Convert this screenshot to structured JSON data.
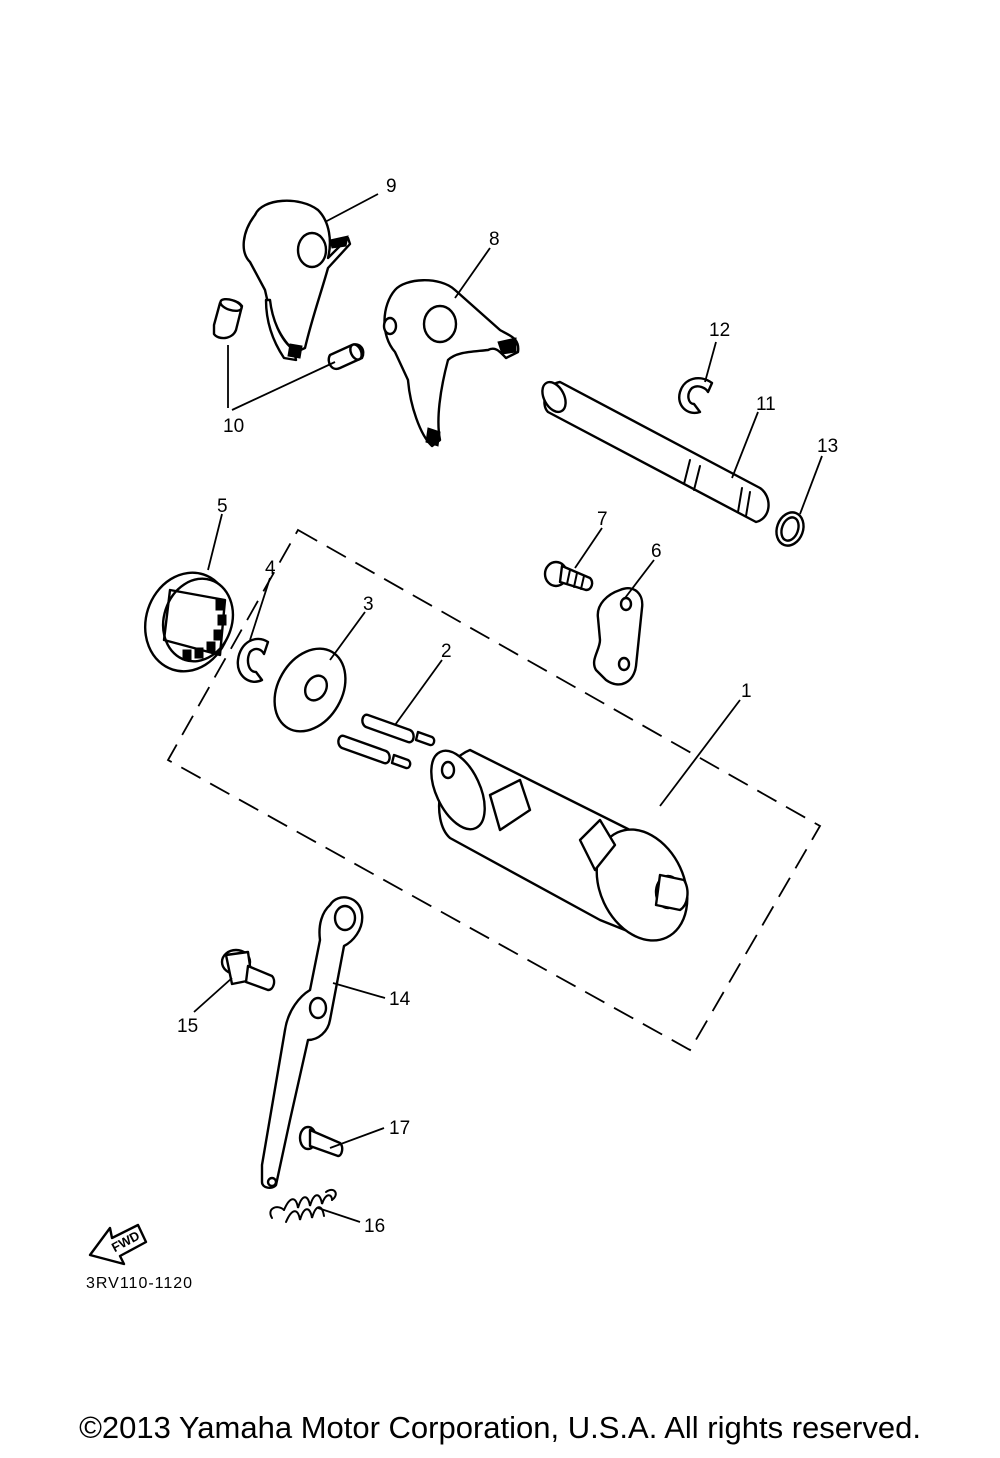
{
  "diagram_code": "3RV110-1120",
  "fwd_label": "FWD",
  "copyright": "©2013 Yamaha Motor Corporation, U.S.A. All rights reserved.",
  "callouts": [
    "1",
    "2",
    "3",
    "4",
    "5",
    "6",
    "7",
    "8",
    "9",
    "10",
    "11",
    "12",
    "13",
    "14",
    "15",
    "16",
    "17"
  ]
}
